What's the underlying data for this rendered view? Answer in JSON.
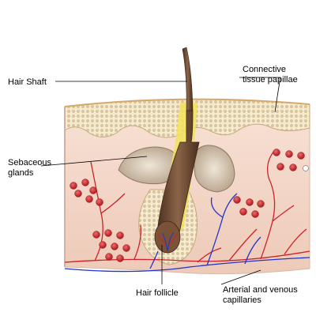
{
  "labels": {
    "hair_shaft": "Hair Shaft",
    "connective_line1": "Connective",
    "connective_line2": "tissue papillae",
    "sebaceous_line1": "Sebaceous",
    "sebaceous_line2": "glands",
    "hair_follicle": "Hair follicle",
    "capillaries_line1": "Arterial and venous",
    "capillaries_line2": "capillaries"
  },
  "colors": {
    "skin": "#f3d2c4",
    "dermis_surface": "#e8c48a",
    "papillae_fill": "#f5ecd0",
    "hair": "#6b4a34",
    "follicle_sheath": "#f2e35a",
    "gland": "#cdbfa8",
    "blood_cell": "#c8262a",
    "artery": "#d0202a",
    "vein": "#2233cc"
  }
}
